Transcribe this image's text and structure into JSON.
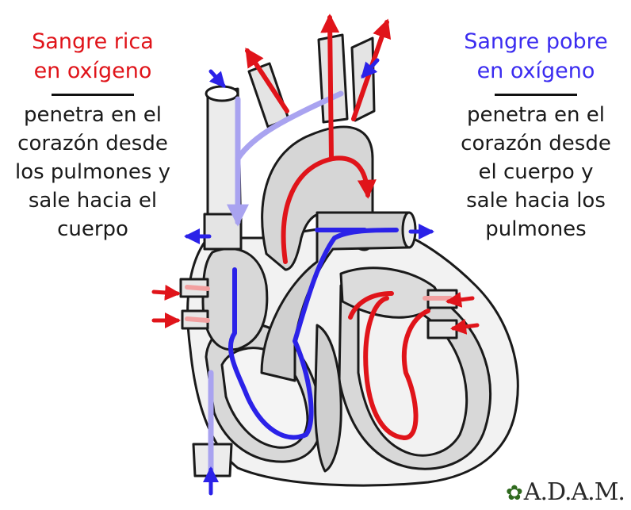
{
  "left_legend": {
    "title_line1": "Sangre rica",
    "title_line2": "en oxígeno",
    "desc_lines": [
      "penetra en el",
      "corazón desde",
      "los pulmones y",
      "sale hacia el",
      "cuerpo"
    ]
  },
  "right_legend": {
    "title_line1": "Sangre pobre",
    "title_line2": "en oxígeno",
    "desc_lines": [
      "penetra en el",
      "corazón desde",
      "el cuerpo y",
      "sale hacia los",
      "pulmones"
    ]
  },
  "logo": {
    "text": "A.D.A.M."
  },
  "colors": {
    "oxygen_rich": "#e0141a",
    "oxygen_poor": "#2b22e8",
    "vena_cava": "#a9a3f0",
    "pulmonary_vein": "#f2a0a0",
    "tissue": "#d8d8d8",
    "outline": "#1a1a1a"
  }
}
